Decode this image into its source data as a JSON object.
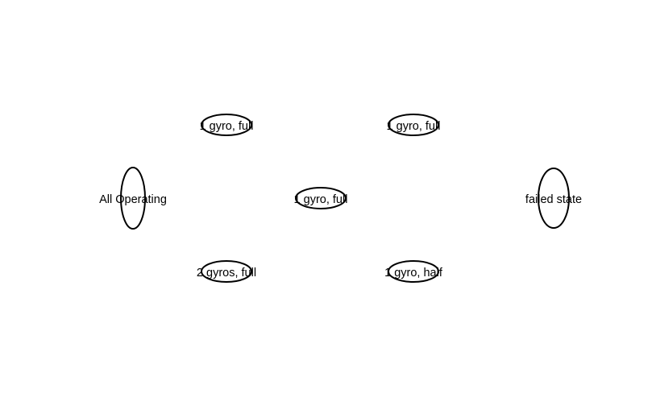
{
  "diagram": {
    "nodes": [
      {
        "id": "all-operating",
        "label": "All Operating"
      },
      {
        "id": "1-gyro-full-top-left",
        "label": "1 gyro, full"
      },
      {
        "id": "1-gyro-full-top-right",
        "label": "1 gyro, full"
      },
      {
        "id": "1-gyro-full-center",
        "label": "1 gyro, full"
      },
      {
        "id": "2-gyros-full",
        "label": "2 gyros, full"
      },
      {
        "id": "1-gyro-half",
        "label": "1 gyro, half"
      },
      {
        "id": "failed-state",
        "label": "failed state"
      }
    ],
    "stroke_color": "#000000",
    "background_color": "#ffffff"
  }
}
